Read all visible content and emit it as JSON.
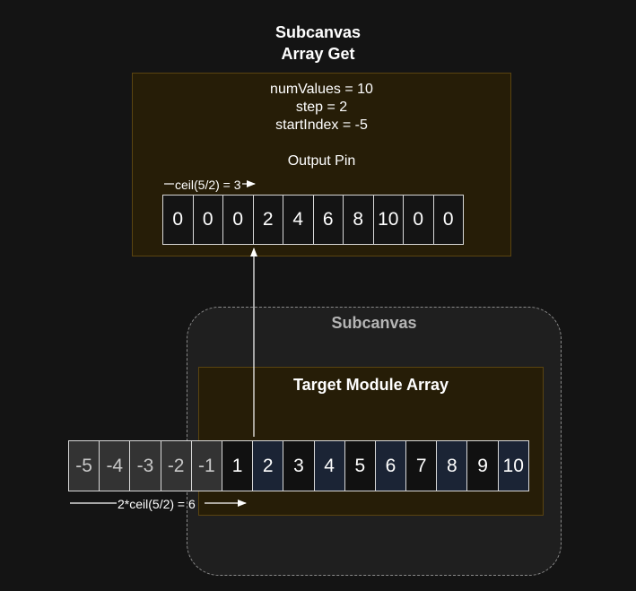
{
  "title": {
    "line1": "Subcanvas",
    "line2": "Array Get"
  },
  "get_node": {
    "params": [
      "numValues = 10",
      "step = 2",
      "startIndex = -5"
    ],
    "output_label": "Output Pin",
    "offset_annotation": "ceil(5/2) = 3",
    "output_values": [
      "0",
      "0",
      "0",
      "2",
      "4",
      "6",
      "8",
      "10",
      "0",
      "0"
    ]
  },
  "subcanvas": {
    "label": "Subcanvas",
    "target_label": "Target Module Array",
    "indices": [
      {
        "v": "-5",
        "kind": "neg"
      },
      {
        "v": "-4",
        "kind": "neg"
      },
      {
        "v": "-3",
        "kind": "neg"
      },
      {
        "v": "-2",
        "kind": "neg"
      },
      {
        "v": "-1",
        "kind": "neg"
      },
      {
        "v": "1",
        "kind": "plain"
      },
      {
        "v": "2",
        "kind": "sel"
      },
      {
        "v": "3",
        "kind": "plain"
      },
      {
        "v": "4",
        "kind": "sel"
      },
      {
        "v": "5",
        "kind": "plain"
      },
      {
        "v": "6",
        "kind": "sel"
      },
      {
        "v": "7",
        "kind": "plain"
      },
      {
        "v": "8",
        "kind": "sel"
      },
      {
        "v": "9",
        "kind": "plain"
      },
      {
        "v": "10",
        "kind": "sel"
      }
    ],
    "offset_annotation": "2*ceil(5/2) = 6"
  },
  "colors": {
    "background": "#141414",
    "node_fill": "#261d07",
    "node_border": "#5a4410",
    "selected_cell": "#1b2435",
    "negative_cell": "#333333"
  }
}
